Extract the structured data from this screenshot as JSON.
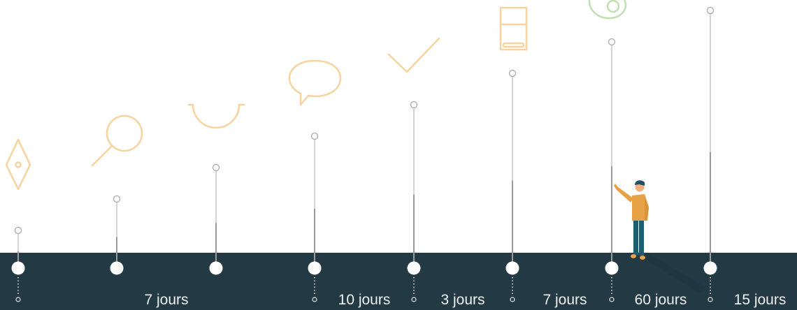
{
  "colors": {
    "band": "#233a44",
    "icon_orange": "#f7d39f",
    "icon_green": "#bfe0b3",
    "pole": "#b9b9b9",
    "label": "#f2f2f2",
    "person_shirt": "#e6a244",
    "person_pants": "#1f5c6e"
  },
  "timeline": {
    "steps": [
      {
        "icon": "pen-nib-icon",
        "duration": ""
      },
      {
        "icon": "magnifier-icon",
        "duration": "7 jours"
      },
      {
        "icon": "smile-arc-icon",
        "duration": ""
      },
      {
        "icon": "speech-bubble-icon",
        "duration": "10 jours"
      },
      {
        "icon": "checkmark-icon",
        "duration": "3 jours"
      },
      {
        "icon": "door-panel-icon",
        "duration": "7 jours"
      },
      {
        "icon": "target-ring-icon",
        "duration": "60 jours"
      },
      {
        "icon": "",
        "duration": "15 jours"
      }
    ]
  }
}
